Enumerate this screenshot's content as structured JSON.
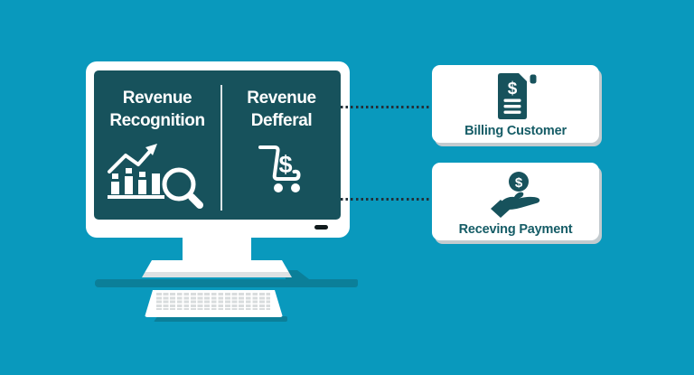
{
  "colors": {
    "background": "#0999bd",
    "screen_teal": "#17525c",
    "shadow_teal": "#0b7f99",
    "card_label_teal": "#155c66",
    "dotted_line": "#222f38",
    "white": "#ffffff"
  },
  "monitor": {
    "left_panel": {
      "line1": "Revenue",
      "line2": "Recognition",
      "icon": "growth-chart-magnifier-icon"
    },
    "right_panel": {
      "line1": "Revenue",
      "line2": "Defferal",
      "icon": "shopping-cart-dollar-icon"
    }
  },
  "cards": [
    {
      "label": "Billing Customer",
      "icon": "invoice-dollar-icon"
    },
    {
      "label": "Receving Payment",
      "icon": "hand-coin-icon"
    }
  ],
  "glyphs": {
    "dollar": "$"
  }
}
